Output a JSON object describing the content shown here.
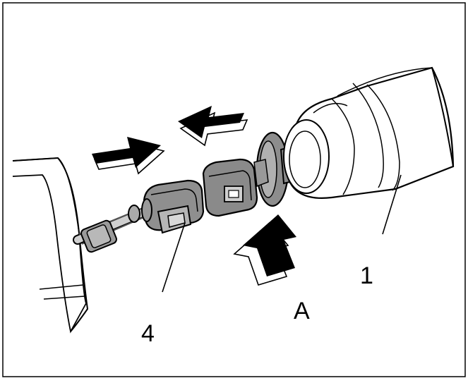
{
  "figure": {
    "labels": {
      "part_1": "1",
      "part_4": "4",
      "arrow_a": "A"
    }
  }
}
